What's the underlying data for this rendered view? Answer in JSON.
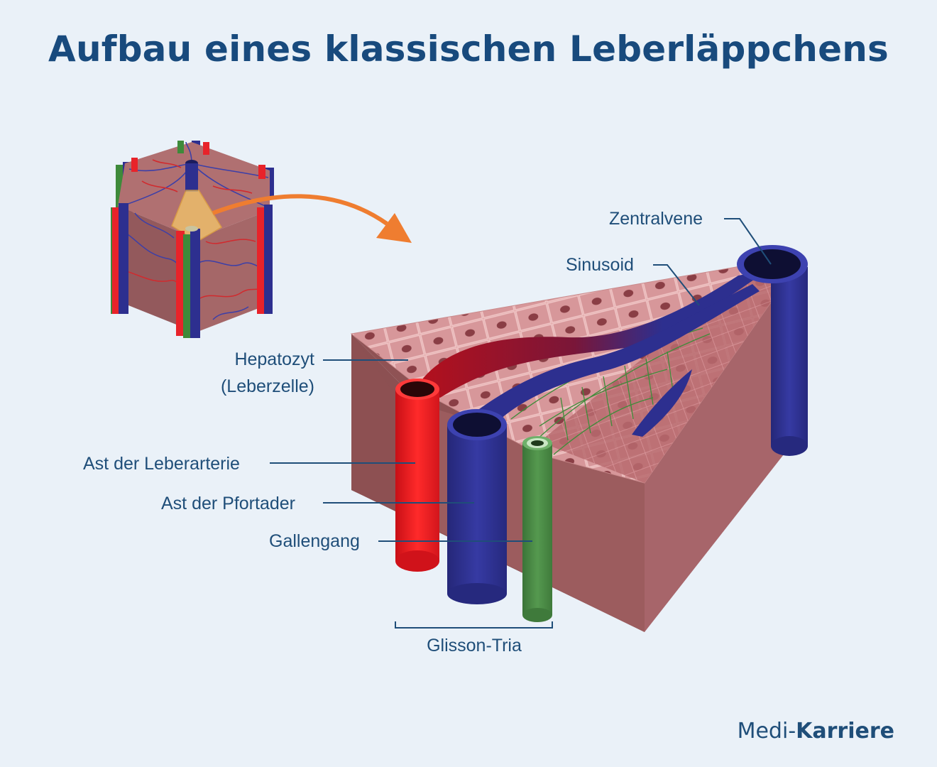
{
  "title": "Aufbau eines klassischen Leberläppchens",
  "labels": {
    "zentralvene": "Zentralvene",
    "sinusoid": "Sinusoid",
    "hepatozyt_line1": "Hepatozyt",
    "hepatozyt_line2": "(Leberzelle)",
    "leberarterie": "Ast der Leberarterie",
    "pfortader": "Ast der Pfortader",
    "gallengang": "Gallengang",
    "glisson": "Glisson-Tria"
  },
  "logo": {
    "part1": "Medi-",
    "part2": "Karriere"
  },
  "colors": {
    "title": "#184a7d",
    "label": "#1f4e79",
    "tissue": "#a86463",
    "artery": "#e8232a",
    "portal_vein": "#2d2f8f",
    "bile_duct": "#4a8b45",
    "arrow": "#ef7d30"
  }
}
